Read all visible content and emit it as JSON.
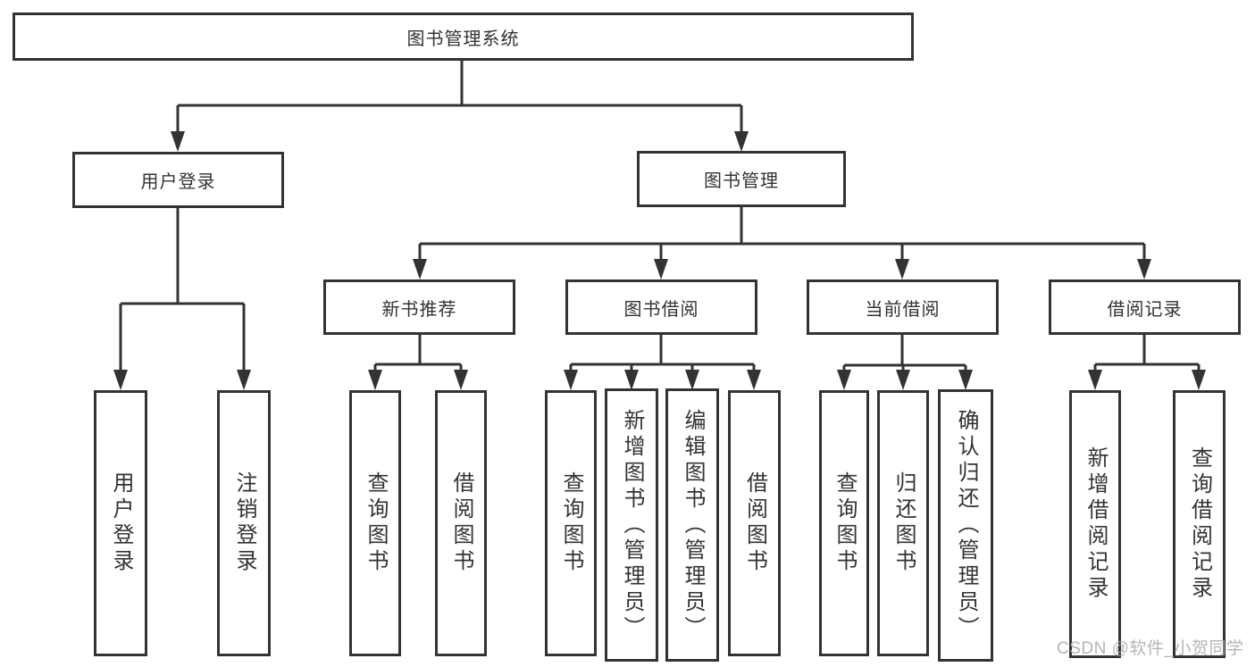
{
  "tree": {
    "label": "图书管理系统",
    "children": [
      {
        "label": "用户登录",
        "children": [
          {
            "label": "用户登录"
          },
          {
            "label": "注销登录"
          }
        ]
      },
      {
        "label": "图书管理",
        "children": [
          {
            "label": "新书推荐",
            "children": [
              {
                "label": "查询图书"
              },
              {
                "label": "借阅图书"
              }
            ]
          },
          {
            "label": "图书借阅",
            "children": [
              {
                "label": "查询图书"
              },
              {
                "label": "新增图书（管理员）"
              },
              {
                "label": "编辑图书（管理员）"
              },
              {
                "label": "借阅图书"
              }
            ]
          },
          {
            "label": "当前借阅",
            "children": [
              {
                "label": "查询图书"
              },
              {
                "label": "归还图书"
              },
              {
                "label": "确认归还（管理员）"
              }
            ]
          },
          {
            "label": "借阅记录",
            "children": [
              {
                "label": "新增借阅记录"
              },
              {
                "label": "查询借阅记录"
              }
            ]
          }
        ]
      }
    ]
  },
  "watermark": {
    "text": "CSDN @软件_小贺同学"
  },
  "colors": {
    "line": "#333333",
    "box_border": "#333333",
    "text": "#333333",
    "watermark": "#aeaeae",
    "background": "#ffffff"
  }
}
